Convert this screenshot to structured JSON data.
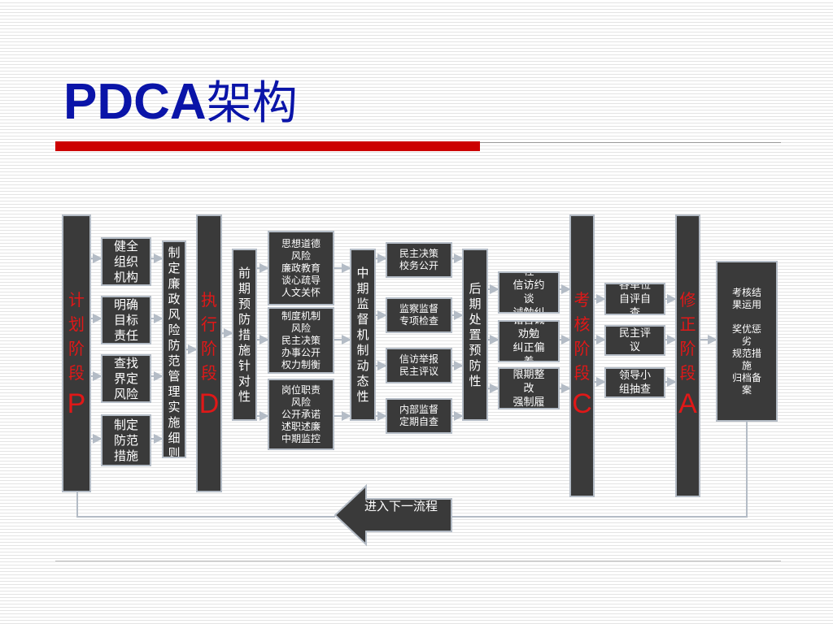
{
  "title": {
    "latin": "PDCA",
    "cjk": "架构"
  },
  "phases": {
    "plan": {
      "label": "计划阶段",
      "letter": "P"
    },
    "do": {
      "label": "执行阶段",
      "letter": "D"
    },
    "check": {
      "label": "考核阶段",
      "letter": "C"
    },
    "act": {
      "label": "修正阶段",
      "letter": "A"
    }
  },
  "plan_items": [
    "健全\n组织\n机构",
    "明确\n目标\n责任",
    "查找\n界定\n风险",
    "制定\n防范\n措施"
  ],
  "plan_rules": "制定廉政风险防范管理实施细则",
  "early": "前期预防措施针对性",
  "early_items": [
    "思想道德\n风险\n廉政教育\n谈心疏导\n人文关怀",
    "制度机制\n风险\n民主决策\n办事公开\n权力制衡",
    "岗位职责\n风险\n公开承诺\n述职述廉\n中期监控"
  ],
  "mid": "中期监督机制动态性",
  "mid_items": [
    "民主决策\n校务公开",
    "监察监督\n专项检查",
    "信访举报\n民主评议",
    "内部监督\n定期自查"
  ],
  "late": "后期处置预防性",
  "late_items": [
    "程\n信访约\n谈\n诫勉纠",
    "错告诫\n劝勉\n纠正偏\n差",
    "限期整\n改\n强制履"
  ],
  "check_items": [
    "各单位\n自评自\n查",
    "民主评\n议",
    "领导小\n组抽查"
  ],
  "act_box": "考核结\n果运用\n\n奖优惩\n劣\n规范措\n施\n归档备\n案",
  "return_label": "进入下一流程",
  "colors": {
    "title": "#0a14a8",
    "accent_red": "#cc0000",
    "phase_text": "#e01818",
    "box_fill": "#3a3a3a",
    "box_border": "#b4bcc6",
    "connector": "#b4bcc6"
  }
}
